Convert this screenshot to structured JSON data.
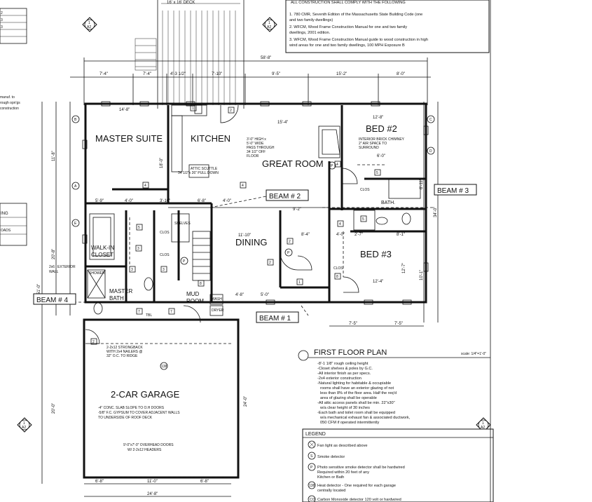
{
  "top_deck_label": "16' x 16' DECK",
  "construction_notes": {
    "heading": "ALL CONSTRUCTION SHALL COMPLY WITH THE FOLLOWING",
    "items": [
      "1. 780 CMR, Seventh Edition of the Massachusetts State Building Code (one",
      "and two family dwellings)",
      "2. WFCM, Wood Frame Construction Manual for one and two family",
      "dwellings, 2001 edition.",
      "3. WFCM, Wood Frame Construction Manual guide to wood construction in high",
      "wind areas for one and two family dwellings, 100 MPH Exposure B"
    ]
  },
  "left_note": [
    "manuf. to",
    "rough opn'gs",
    "construction"
  ],
  "left_table_rows": [
    "2",
    "3",
    "3"
  ],
  "left_table2": {
    "header": "ING",
    "row": "OADS"
  },
  "rooms": {
    "master_suite": "MASTER SUITE",
    "kitchen": "KITCHEN",
    "great_room": "GREAT ROOM",
    "bed2": "BED #2",
    "bed3": "BED #3",
    "dining": "DINING",
    "walk_in_closet_1": "WALK-IN",
    "walk_in_closet_2": "CLOSET",
    "master_bath_1": "MASTER",
    "master_bath_2": "BATH",
    "mud_room_1": "MUD",
    "mud_room_2": "ROOM",
    "bath": "BATH.",
    "garage": "2-CAR GARAGE",
    "shower": "SHOWER",
    "wash": "WASH",
    "dryer": "DRYER"
  },
  "beams": {
    "b1": "BEAM # 1",
    "b2": "BEAM # 2",
    "b3": "BEAM # 3",
    "b4": "BEAM # 4"
  },
  "dimensions": {
    "overall_top": "58'-8\"",
    "top_row": [
      "7'-4\"",
      "7'-4\"",
      "4'-3 1/2\"",
      "7'-10\"",
      "9'-5\"",
      "15'-2\"",
      "8'-0\""
    ],
    "ms_width": "14'-8\"",
    "great_width": "15'-4\"",
    "bed2_width": "12'-8\"",
    "dining_width": "11'-10\"",
    "bed3_width": "12'-4\"",
    "bed3_height": "12'-7\"",
    "ms_height": "18'-0\"",
    "right_total": "34'-0\"",
    "left_total": "51'-0\"",
    "left_seg1": "11'-8\"",
    "left_seg2": "20'-8\"",
    "garage_height": "24'-0\"",
    "garage_left": "20'-0\"",
    "bottom_total": "24'-8\"",
    "bottom_row": [
      "6'-8\"",
      "11'-0\"",
      "6'-8\""
    ],
    "bed2_side": "6'-11\"",
    "bed3_side": "10'-1\"",
    "lower_right": [
      "7'-5\"",
      "7'-5\""
    ],
    "misc": [
      "5'-9\"",
      "4'-0\"",
      "3'-10\"",
      "6'-8\"",
      "4'-0\"",
      "5'-0\"",
      "4'-8\"",
      "8'-4\"",
      "9'-2\"",
      "6'-0\"",
      "8'-1\"",
      "4'-0\"",
      "2'-7\""
    ]
  },
  "small_notes": {
    "pass_through": [
      "3'-0\" HIGH x",
      "5'-0\" WIDE",
      "PASS THROUGH",
      "34 1/2\" OFF",
      "FLOOR"
    ],
    "attic_scuttle": [
      "ATTIC SCUTTLE",
      "34 1/2\"x 26\" PULL DOWN"
    ],
    "chimney": [
      "INTERIOR BRICK CHIMNEY",
      "2\" AIR SPACE TO",
      "SURROUND"
    ],
    "strongback": [
      "2-2x12 STRONGBACK",
      "WITH 2x4 NAILERS @",
      "32\" O.C. TO RIDGE"
    ],
    "garage_notes": [
      "-4\" CONC. SLAB SLOPE TO O.H DOORS",
      "-5/8\" F.C. GYPSUM TO COVER ADJACENT WALLS",
      "TO UNDERSIDE OF ROOF DECK"
    ],
    "overhead_doors": [
      "9'-0\"x7'-0\" OVERHEAD DOORS",
      "W/ 2-2x12 HEADERS"
    ],
    "exterior_wall": [
      "2x6",
      "EXTERIOR",
      "WALL"
    ],
    "clos": "CLOS",
    "shelves": "SHELVES",
    "tbl": "TBL"
  },
  "floor_plan": {
    "title": "FIRST FLOOR PLAN",
    "scale": "scale: 1/4\"=1'-0\"",
    "notes": [
      "-8'-1 1/8\" rough ceiling height",
      "-Closet shelves & poles by G.C.",
      "-All interior finish as per specs.",
      "-2x4 exterior construction",
      "-Natural lighting for habitable & occupiable",
      "rooms shall have an exterior glazing of not",
      "less than 8% of the floor area. Half the req'd",
      "area of glazing shall be operable",
      "-All attic access panels shall be min. 22\"x30\"",
      "w/a clear height of 30 inches",
      "-Each bath and toilet room shall be equipped",
      "w/a mechanical exhaust fan & associated ductwork,",
      "050 CFM if operated intermittently"
    ]
  },
  "legend": {
    "title": "LEGEND",
    "items": [
      {
        "symbol": "⊗",
        "text": [
          "Fan light as described above"
        ]
      },
      {
        "symbol": "S",
        "text": [
          "Smoke detector"
        ]
      },
      {
        "symbol": "P",
        "text": [
          "Photo sensitive smoke detector shall be hardwired",
          "Required within 20 feet of any",
          "Kitchen or Bath"
        ]
      },
      {
        "symbol": "138",
        "text": [
          "Heat detector - One required for each garage",
          "centrally located"
        ]
      },
      {
        "symbol": "CO",
        "text": [
          "Carbon Monoxide detector 120 volt or hardwired"
        ]
      }
    ]
  },
  "section_marks": [
    "1",
    "A2",
    "1",
    "A2"
  ],
  "grid_labels": [
    "A",
    "B",
    "C",
    "D",
    "E"
  ],
  "detector_tags": [
    "4",
    "4",
    "4",
    "4",
    "5",
    "5",
    "5",
    "2",
    "2",
    "2",
    "2",
    "3",
    "3",
    "3",
    "7",
    "7",
    "8",
    "8",
    "1",
    "1"
  ]
}
